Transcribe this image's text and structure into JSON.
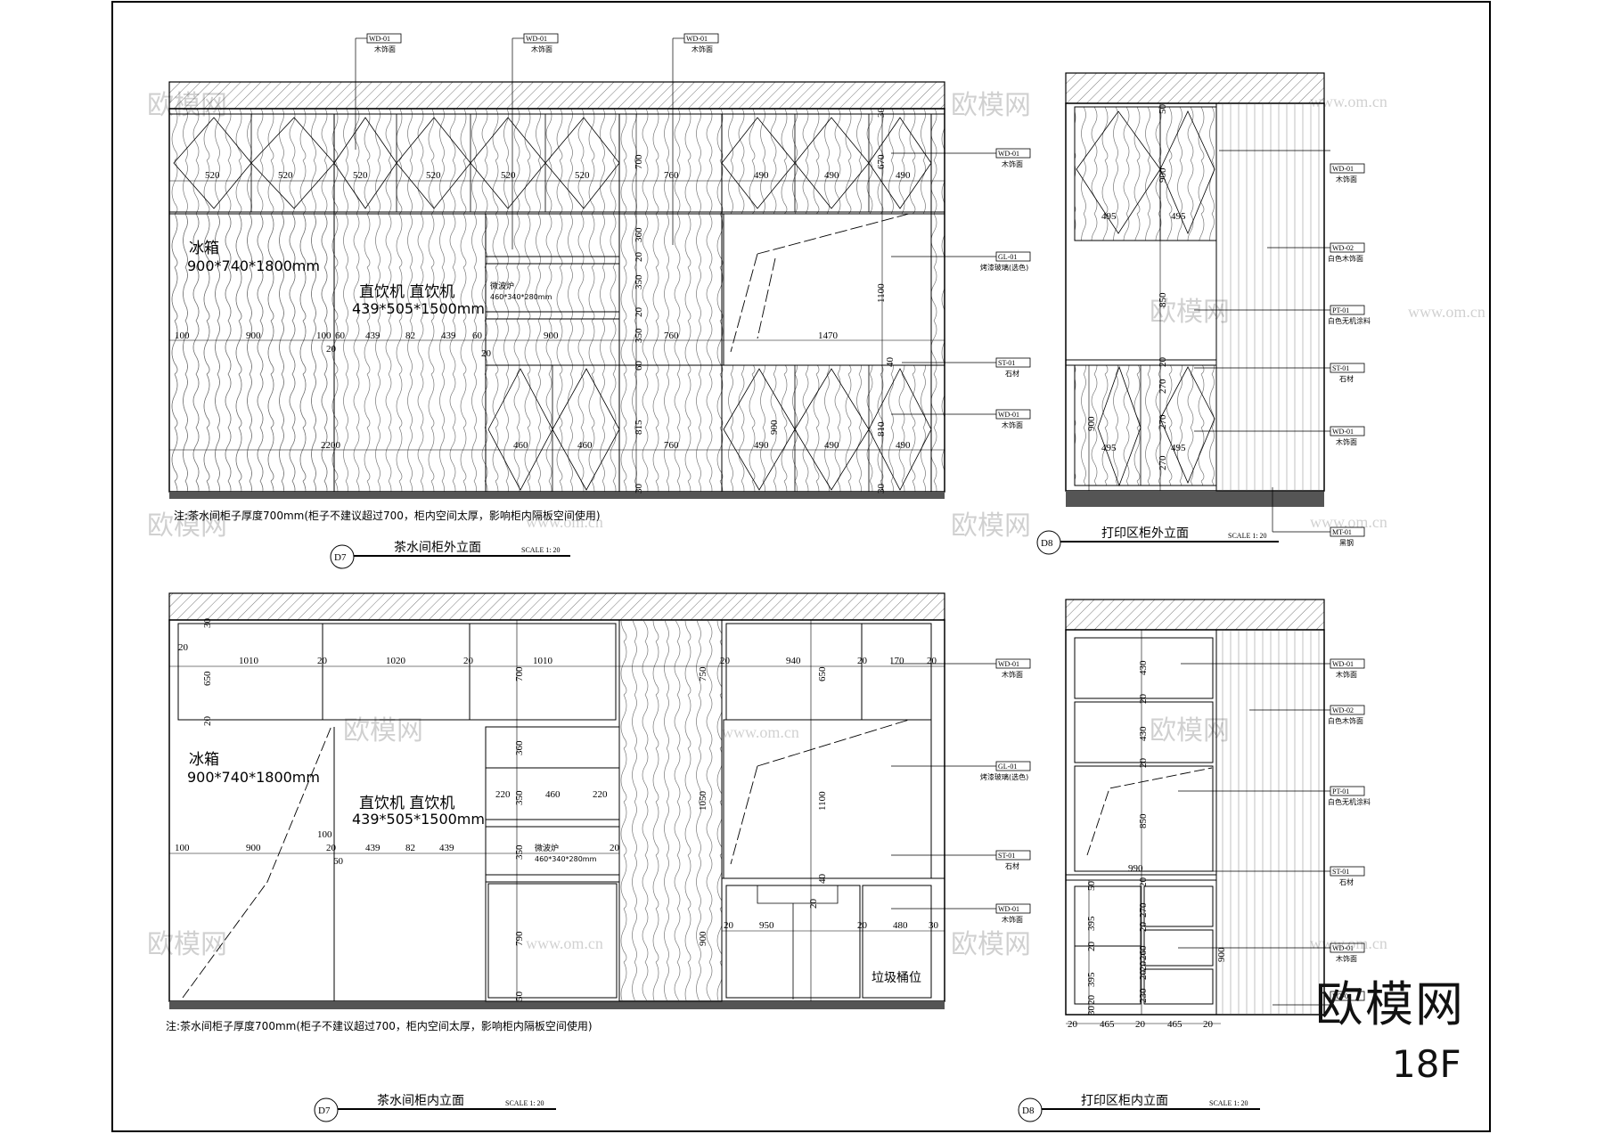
{
  "drawings": {
    "d7_ext": {
      "tag": "D7",
      "title": "茶水间柜外立面",
      "scale": "SCALE 1: 20",
      "note": "注:茶水间柜子厚度700mm(柜子不建议超过700，柜内空间太厚，影响柜内隔板空间使用)",
      "fridge_label": "冰箱",
      "fridge_size": "900*740*1800mm",
      "water_label": "直饮机  直饮机",
      "water_size": "439*505*1500mm",
      "microwave_label": "微波炉",
      "microwave_size": "460*340*280mm",
      "top_callouts": [
        {
          "code": "WD-01",
          "desc": "木饰面"
        },
        {
          "code": "WD-01",
          "desc": "木饰面"
        },
        {
          "code": "WD-01",
          "desc": "木饰面"
        }
      ],
      "side_callouts": [
        {
          "code": "WD-01",
          "desc": "木饰面"
        },
        {
          "code": "GL-01",
          "desc": "烤漆玻璃(选色)"
        },
        {
          "code": "ST-01",
          "desc": "石材"
        },
        {
          "code": "WD-01",
          "desc": "木饰面"
        }
      ],
      "dims_upper": [
        "520",
        "520",
        "520",
        "520",
        "520",
        "520",
        "700",
        "760",
        "490",
        "490",
        "670",
        "490",
        "30"
      ],
      "dims_middle": [
        "100",
        "900",
        "100",
        "60",
        "439",
        "82",
        "439",
        "60",
        "900",
        "760",
        "1470",
        "20",
        "20"
      ],
      "dims_vertical": [
        "360",
        "350",
        "20",
        "20",
        "350",
        "60",
        "815",
        "1100",
        "40",
        "30",
        "900",
        "810"
      ],
      "dims_lower": [
        "2200",
        "460",
        "460",
        "760",
        "490",
        "490",
        "490",
        "30"
      ]
    },
    "d8_ext": {
      "tag": "D8",
      "title": "打印区柜外立面",
      "scale": "SCALE 1: 20",
      "side_callouts": [
        {
          "code": "WD-01",
          "desc": "木饰面"
        },
        {
          "code": "WD-02",
          "desc": "白色木饰面"
        },
        {
          "code": "PT-01",
          "desc": "白色无机涂料"
        },
        {
          "code": "ST-01",
          "desc": "石材"
        },
        {
          "code": "WD-01",
          "desc": "木饰面"
        },
        {
          "code": "MT-01",
          "desc": "黑钢"
        }
      ],
      "dims": [
        "50",
        "900",
        "495",
        "495",
        "850",
        "20",
        "270",
        "270",
        "270",
        "900",
        "495",
        "495"
      ]
    },
    "d7_int": {
      "tag": "D7",
      "title": "茶水间柜内立面",
      "scale": "SCALE 1: 20",
      "note": "注:茶水间柜子厚度700mm(柜子不建议超过700，柜内空间太厚，影响柜内隔板空间使用)",
      "fridge_label": "冰箱",
      "fridge_size": "900*740*1800mm",
      "water_label": "直饮机  直饮机",
      "water_size": "439*505*1500mm",
      "microwave_label": "微波炉",
      "microwave_size": "460*340*280mm",
      "trash_label": "垃圾桶位",
      "side_callouts": [
        {
          "code": "WD-01",
          "desc": "木饰面"
        },
        {
          "code": "GL-01",
          "desc": "烤漆玻璃(选色)"
        },
        {
          "code": "ST-01",
          "desc": "石材"
        },
        {
          "code": "WD-01",
          "desc": "木饰面"
        }
      ],
      "dims_top": [
        "1010",
        "20",
        "1020",
        "20",
        "1010",
        "940",
        "20",
        "170",
        "20",
        "20"
      ],
      "dims_vertical": [
        "30",
        "650",
        "20",
        "20",
        "700",
        "750",
        "650",
        "360",
        "350",
        "1050",
        "1100",
        "350",
        "790",
        "900",
        "50",
        "40",
        "20"
      ],
      "dims_middle": [
        "100",
        "900",
        "20",
        "439",
        "82",
        "439",
        "220",
        "460",
        "220",
        "100",
        "60",
        "950",
        "20",
        "480",
        "20",
        "20",
        "30"
      ]
    },
    "d8_int": {
      "tag": "D8",
      "title": "打印区柜内立面",
      "scale": "SCALE 1: 20",
      "side_callouts": [
        {
          "code": "WD-01",
          "desc": "木饰面"
        },
        {
          "code": "WD-02",
          "desc": "白色木饰面"
        },
        {
          "code": "PT-01",
          "desc": "白色无机涂料"
        },
        {
          "code": "ST-01",
          "desc": "石材"
        },
        {
          "code": "WD-01",
          "desc": "木饰面"
        },
        {
          "code": "MT-01",
          "desc": ""
        }
      ],
      "dims": [
        "430",
        "20",
        "430",
        "20",
        "850",
        "990",
        "20",
        "50",
        "395",
        "20",
        "395",
        "20",
        "270",
        "20",
        "20",
        "260",
        "20",
        "230",
        "30",
        "900",
        "20",
        "465",
        "20",
        "465",
        "20"
      ]
    }
  },
  "watermark": "欧模网",
  "watermark_url": "www.om.cn",
  "brand": {
    "name": "欧模网",
    "floor": "18F"
  }
}
